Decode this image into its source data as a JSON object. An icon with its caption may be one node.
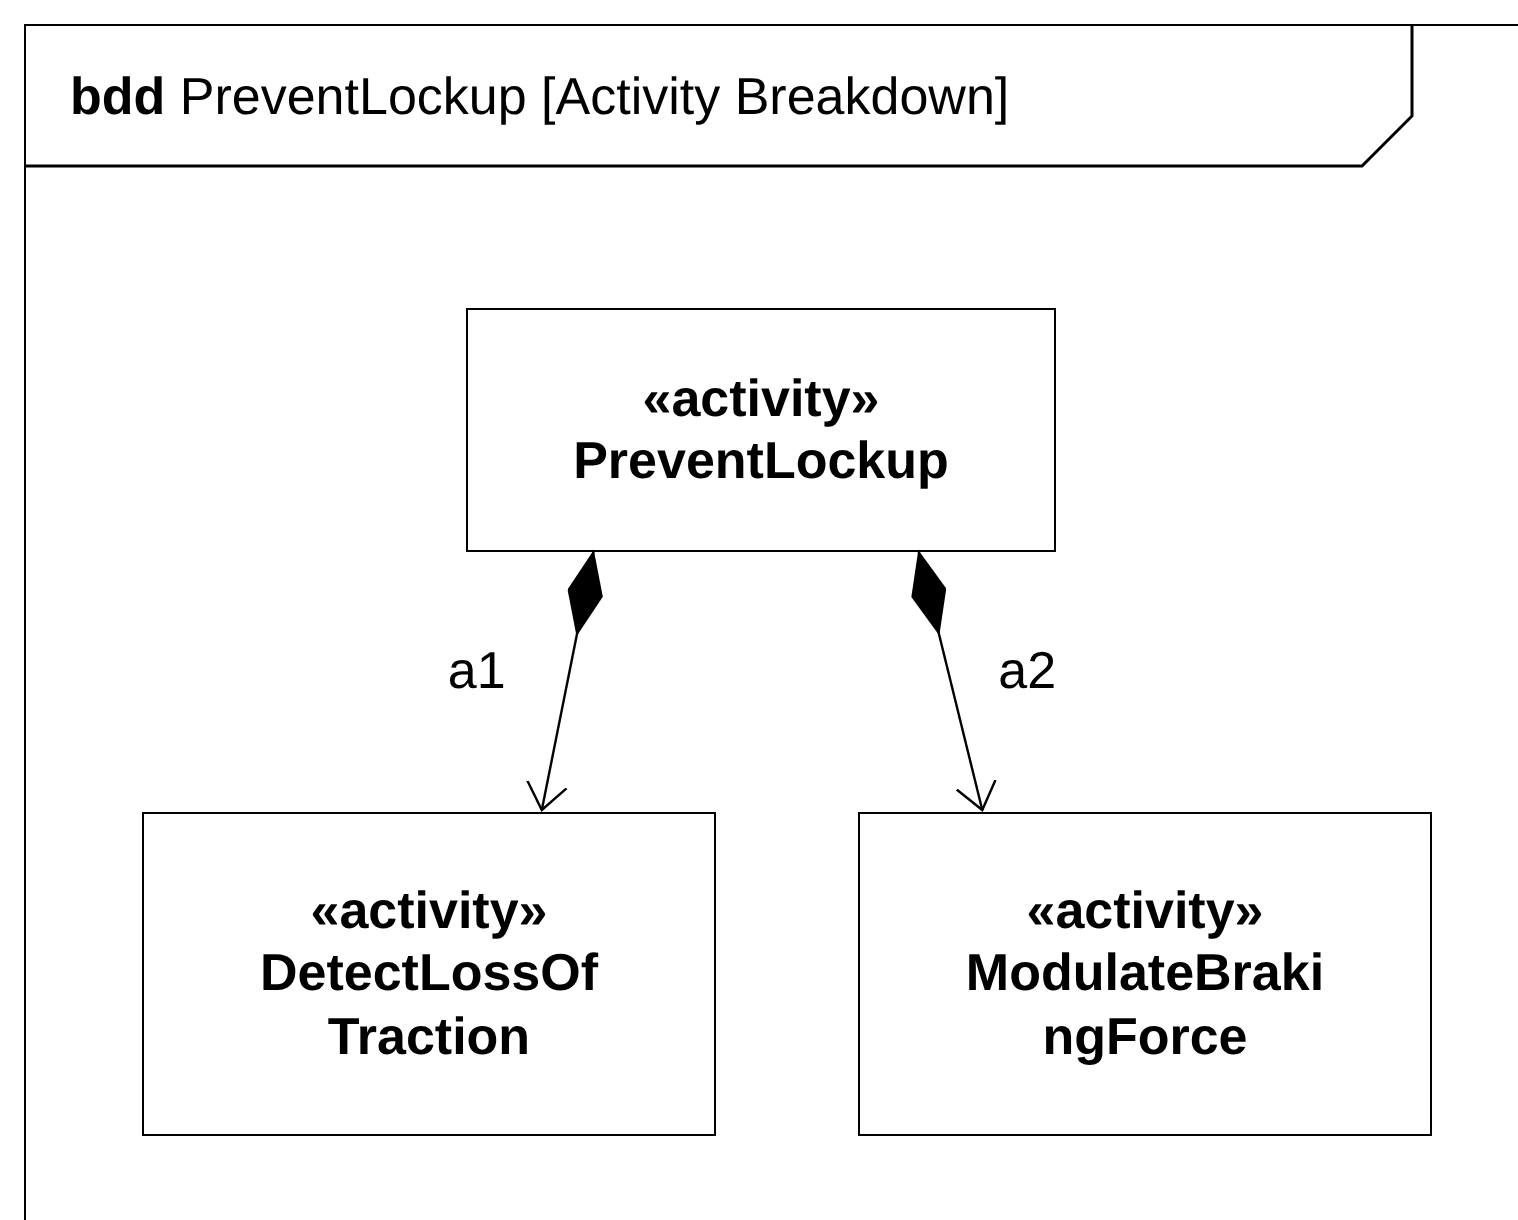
{
  "diagram": {
    "nodes": [
      {
        "text": [
          "**bdd** PreventLockup [Activity Breakdown]"
        ]
      },
      {
        "text": [
          "«activity»",
          "PreventLockup"
        ],
        "in": 0
      },
      {
        "text": [
          "«activity»",
          "DetectLossOfTraction"
        ],
        "in": 0
      },
      {
        "text": [
          "«activity»",
          "ModulateBrakingForce"
        ],
        "in": 0
      }
    ],
    "edges": [
      {
        "from": 1,
        "to": 2,
        "arrow": "to",
        "label": "a1"
      },
      {
        "from": 1,
        "to": 3,
        "arrow": "to",
        "label": "a2"
      }
    ]
  }
}
